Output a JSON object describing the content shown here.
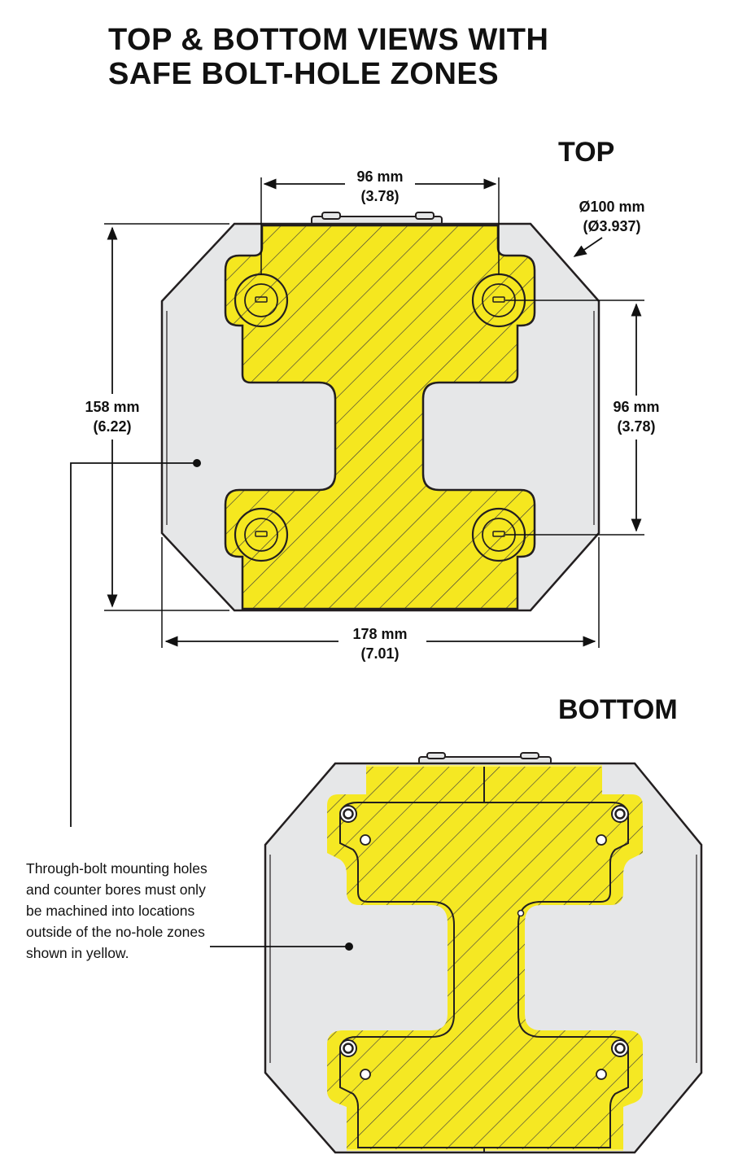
{
  "title": {
    "line1": "TOP & BOTTOM VIEWS WITH",
    "line2": "SAFE BOLT-HOLE ZONES"
  },
  "top_view": {
    "label": "TOP",
    "dim_top_width": {
      "mm": "96 mm",
      "in": "(3.78)"
    },
    "dim_diameter": {
      "mm": "Ø100 mm",
      "in": "(Ø3.937)"
    },
    "dim_height": {
      "mm": "158 mm",
      "in": "(6.22)"
    },
    "dim_side_spacing": {
      "mm": "96 mm",
      "in": "(3.78)"
    },
    "dim_overall_width": {
      "mm": "178 mm",
      "in": "(7.01)"
    }
  },
  "bottom_view": {
    "label": "BOTTOM"
  },
  "note": "Through-bolt mounting holes and counter bores must only be machined into locations outside of the no-hole zones shown in yellow.",
  "colors": {
    "no_hole_zone": "#f5e71f",
    "body": "#e6e7e8",
    "outline": "#231f20",
    "glow": "#fbf16a"
  },
  "icons": [
    "bolt-hole-icon"
  ]
}
